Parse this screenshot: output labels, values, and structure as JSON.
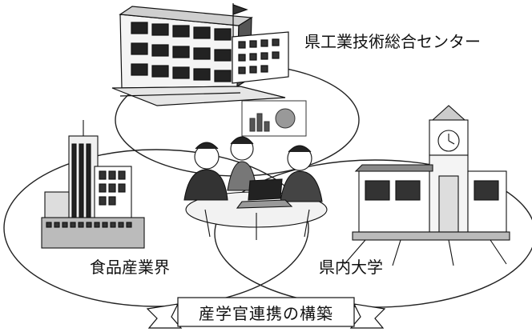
{
  "diagram": {
    "labels": {
      "center": "県工業技術総合センター",
      "industry": "食品産業界",
      "university": "県内大学"
    },
    "banner": {
      "text": "産学官連携の構築"
    }
  }
}
